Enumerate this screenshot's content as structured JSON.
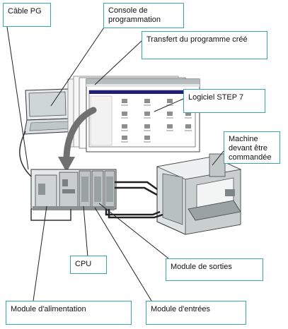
{
  "labels": {
    "cable_pg": "Câble PG",
    "console_line1": "Console de",
    "console_line2": "programmation",
    "transfert": "Transfert du programme créé",
    "logiciel": "Logiciel STEP 7",
    "machine_line1": "Machine",
    "machine_line2": "devant être",
    "machine_line3": "commandée",
    "cpu": "CPU",
    "module_sorties": "Module de sorties",
    "module_alimentation": "Module  d'alimentation",
    "module_entrees": "Module d'entrées"
  },
  "colors": {
    "callout_border": "#3aa6a6",
    "leader_line": "#222222",
    "equipment_fill": "#d8dcdc",
    "equipment_dark": "#7a8080",
    "transfer_arrow": "#707070",
    "cable": "#333333"
  }
}
